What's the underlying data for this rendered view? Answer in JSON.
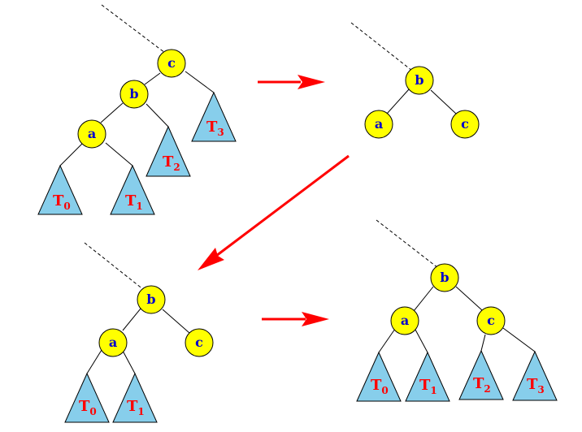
{
  "colors": {
    "node_fill": "#ffff00",
    "node_label": "#0000cc",
    "subtree_fill": "#87ceeb",
    "subtree_label": "#ff0000",
    "arrow": "#ff0000"
  },
  "panels": {
    "top_left": {
      "nodes": {
        "c": "c",
        "b": "b",
        "a": "a"
      },
      "subtrees": [
        {
          "base": "T",
          "sub": "0"
        },
        {
          "base": "T",
          "sub": "1"
        },
        {
          "base": "T",
          "sub": "2"
        },
        {
          "base": "T",
          "sub": "3"
        }
      ]
    },
    "top_right": {
      "nodes": {
        "b": "b",
        "a": "a",
        "c": "c"
      }
    },
    "bottom_left": {
      "nodes": {
        "b": "b",
        "a": "a",
        "c": "c"
      },
      "subtrees": [
        {
          "base": "T",
          "sub": "0"
        },
        {
          "base": "T",
          "sub": "1"
        }
      ]
    },
    "bottom_right": {
      "nodes": {
        "b": "b",
        "a": "a",
        "c": "c"
      },
      "subtrees": [
        {
          "base": "T",
          "sub": "0"
        },
        {
          "base": "T",
          "sub": "1"
        },
        {
          "base": "T",
          "sub": "2"
        },
        {
          "base": "T",
          "sub": "3"
        }
      ]
    }
  }
}
